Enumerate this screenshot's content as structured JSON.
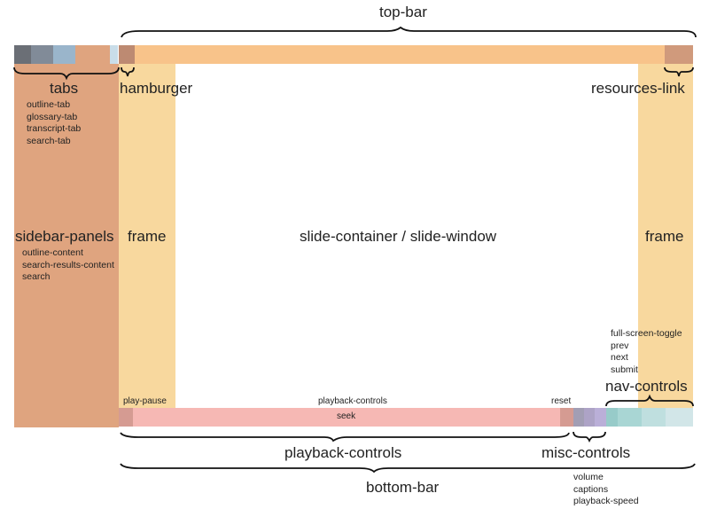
{
  "title": "top-bar",
  "colors": {
    "tab1": "#6b6f76",
    "tab2": "#818b98",
    "tab3": "#9ab5cb",
    "tabs_bg": "#dfa47f",
    "tab_small": "#c9dde9",
    "hamburger": "#bd8a72",
    "top_bar": "#f8c38a",
    "resources_link": "#d09a7c",
    "sidebar": "#dfa47f",
    "frame": "#f8d89e",
    "slide": "#ffffff",
    "play_pause": "#d59b92",
    "seek": "#f6b8b4",
    "reset": "#d59b92",
    "misc1": "#a29eb4",
    "misc2": "#ada3c6",
    "misc3": "#baafd8",
    "nav1": "#97cbc9",
    "nav2": "#a9d6d4",
    "nav3": "#bfdfdf",
    "nav4": "#d2e6e8"
  },
  "top_bar": {
    "label": "top-bar"
  },
  "tabs": {
    "label": "tabs",
    "items": [
      "outline-tab",
      "glossary-tab",
      "transcript-tab",
      "search-tab"
    ]
  },
  "hamburger": {
    "label": "hamburger"
  },
  "resources_link": {
    "label": "resources-link"
  },
  "sidebar_panels": {
    "label": "sidebar-panels",
    "items": [
      "outline-content",
      "search-results-content",
      "search"
    ]
  },
  "frame_left": {
    "label": "frame"
  },
  "frame_right": {
    "label": "frame"
  },
  "slide": {
    "label": "slide-container / slide-window"
  },
  "nav_controls": {
    "label": "nav-controls",
    "items": [
      "full-screen-toggle",
      "prev",
      "next",
      "submit"
    ]
  },
  "bottom": {
    "play_pause_label": "play-pause",
    "playback_controls_top_label": "playback-controls",
    "seek_label": "seek",
    "reset_label": "reset",
    "playback_controls_label": "playback-controls",
    "misc_controls_label": "misc-controls",
    "misc_items": [
      "volume",
      "captions",
      "playback-speed"
    ],
    "bottom_bar_label": "bottom-bar"
  }
}
